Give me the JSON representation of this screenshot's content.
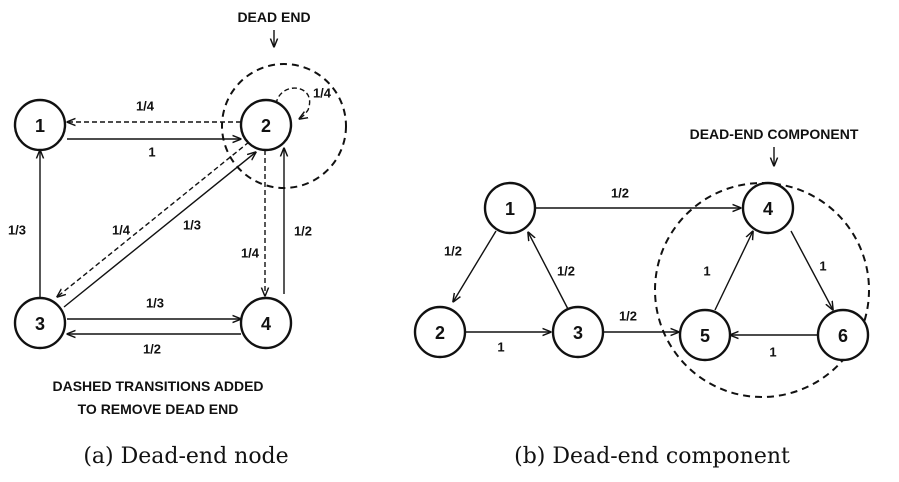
{
  "panel_a": {
    "callout": "DEAD END",
    "nodes": [
      "1",
      "2",
      "3",
      "4"
    ],
    "edge_labels": {
      "n2_to_n1": "1/4",
      "n1_to_n2": "1",
      "self_loop_n2": "1/4",
      "n3_to_n1": "1/3",
      "n2_to_n3": "1/4",
      "n3_to_n2": "1/3",
      "n2_to_n4": "1/4",
      "n4_to_n2": "1/2",
      "n3_to_n4": "1/3",
      "n4_to_n3": "1/2"
    },
    "note_line1": "DASHED TRANSITIONS ADDED",
    "note_line2": "TO REMOVE DEAD END",
    "caption": "(a) Dead-end node"
  },
  "panel_b": {
    "callout": "DEAD-END COMPONENT",
    "nodes": [
      "1",
      "2",
      "3",
      "4",
      "5",
      "6"
    ],
    "edge_labels": {
      "n1_to_n4": "1/2",
      "n1_to_n2": "1/2",
      "n3_to_n1": "1/2",
      "n2_to_n3": "1",
      "n3_to_n5": "1/2",
      "n5_to_n4": "1",
      "n4_to_n6": "1",
      "n6_to_n5": "1"
    },
    "caption": "(b) Dead-end component"
  }
}
